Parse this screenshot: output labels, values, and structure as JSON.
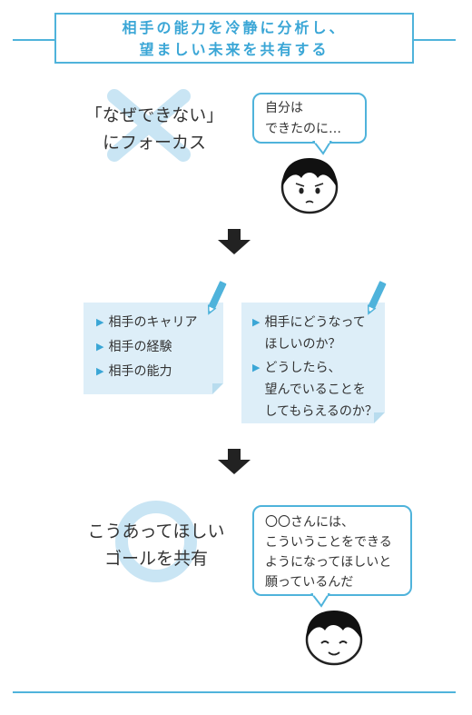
{
  "header": {
    "line1": "相手の能力を冷静に分析し、",
    "line2": "望ましい未来を共有する"
  },
  "section1": {
    "left_line1": "「なぜできない」",
    "left_line2": "にフォーカス",
    "bubble_line1": "自分は",
    "bubble_line2": "できたのに…"
  },
  "notes_left": {
    "items": [
      "相手のキャリア",
      "相手の経験",
      "相手の能力"
    ]
  },
  "notes_right": {
    "items": [
      {
        "line1": "相手にどうなって",
        "line2": "ほしいのか？"
      },
      {
        "line1": "どうしたら、",
        "line2": "望んでいることを",
        "line3": "してもらえるのか？"
      }
    ]
  },
  "section3": {
    "left_line1": "こうあってほしい",
    "left_line2": "ゴールを共有",
    "bubble_line1": "〇〇さんには、",
    "bubble_line2": "こういうことをできる",
    "bubble_line3": "ようになってほしいと",
    "bubble_line4": "願っているんだ"
  },
  "colors": {
    "accent": "#4fb3db",
    "note_bg": "#ddeef8",
    "arrow": "#222222"
  },
  "icons": [
    "cross-mark-icon",
    "circle-mark-icon",
    "pencil-icon",
    "down-arrow-icon",
    "face-worried-icon",
    "face-smiling-icon"
  ]
}
